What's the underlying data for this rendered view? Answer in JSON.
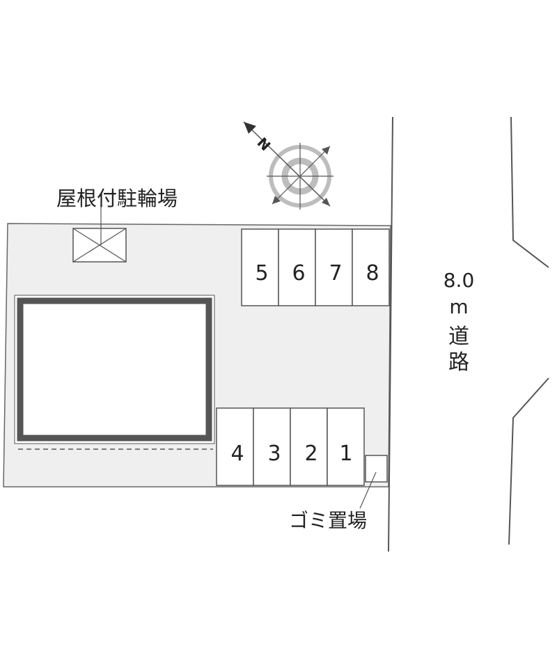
{
  "labels": {
    "covered_bicycle_parking": "屋根付駐輪場",
    "garbage_area": "ゴミ置場",
    "road_width": "8.0",
    "road_unit": "m",
    "road_char_1": "道",
    "road_char_2": "路",
    "compass_north": "N"
  },
  "parking_spaces_top": [
    "5",
    "6",
    "7",
    "8"
  ],
  "parking_spaces_bottom": [
    "4",
    "3",
    "2",
    "1"
  ],
  "colors": {
    "site_fill": "#efefef",
    "line": "#555555",
    "building_border": "#555555",
    "compass_ring": "#bbbbbb"
  }
}
